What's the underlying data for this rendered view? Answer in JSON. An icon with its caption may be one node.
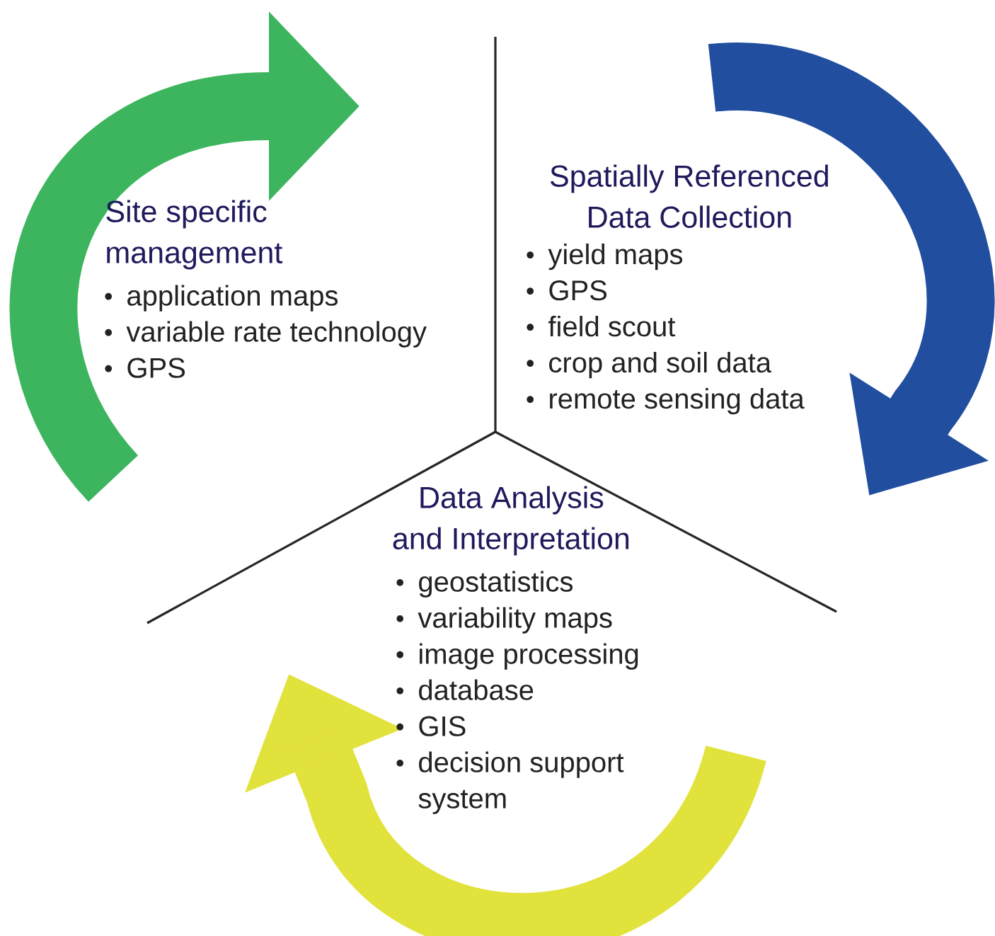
{
  "diagram": {
    "nodes": [
      {
        "text": [
          "Site specific management",
          "application maps",
          "variable rate technology",
          "GPS"
        ]
      },
      {
        "text": [
          "Spatially Referenced Data Collection",
          "yield maps",
          "GPS",
          "field scout",
          "crop and soil data",
          "remote sensing data"
        ]
      },
      {
        "text": [
          "Data Analysis and Interpretation",
          "geostatistics",
          "variability maps",
          "image processing",
          "database",
          "GIS",
          "decision support system"
        ]
      }
    ]
  }
}
